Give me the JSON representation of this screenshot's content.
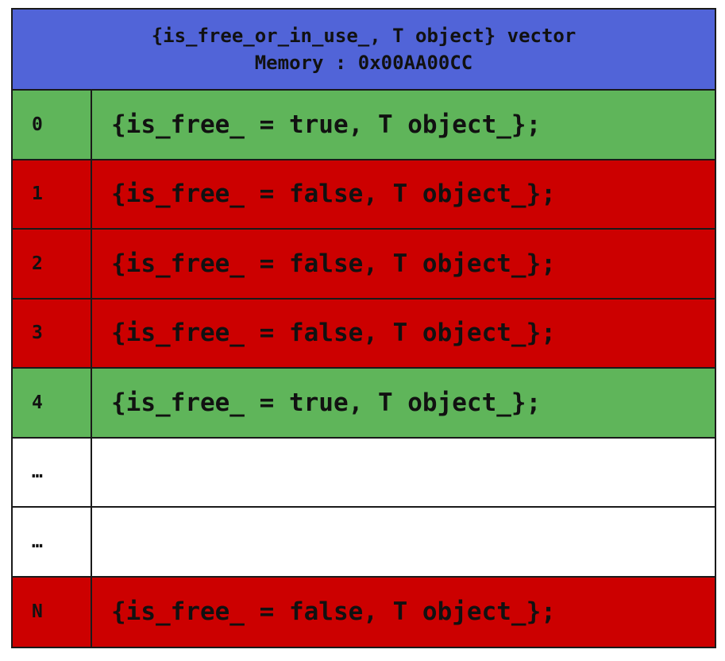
{
  "colors": {
    "header_bg": "#5164d8",
    "free": "#5fb55a",
    "in_use": "#cc0000",
    "empty": "#ffffff",
    "border": "#1a1a1a"
  },
  "header": {
    "title": "{is_free_or_in_use_, T object} vector",
    "memory": "Memory : 0x00AA00CC"
  },
  "rows": [
    {
      "index": "0",
      "content": "{is_free_ = true, T object_};",
      "state": "free"
    },
    {
      "index": "1",
      "content": "{is_free_ = false, T object_};",
      "state": "in_use"
    },
    {
      "index": "2",
      "content": "{is_free_ = false, T object_};",
      "state": "in_use"
    },
    {
      "index": "3",
      "content": "{is_free_ = false, T object_};",
      "state": "in_use"
    },
    {
      "index": "4",
      "content": "{is_free_ = true, T object_};",
      "state": "free"
    },
    {
      "index": "…",
      "content": "",
      "state": "empty"
    },
    {
      "index": "…",
      "content": "",
      "state": "empty"
    },
    {
      "index": "N",
      "content": "{is_free_ = false, T object_};",
      "state": "in_use"
    }
  ]
}
